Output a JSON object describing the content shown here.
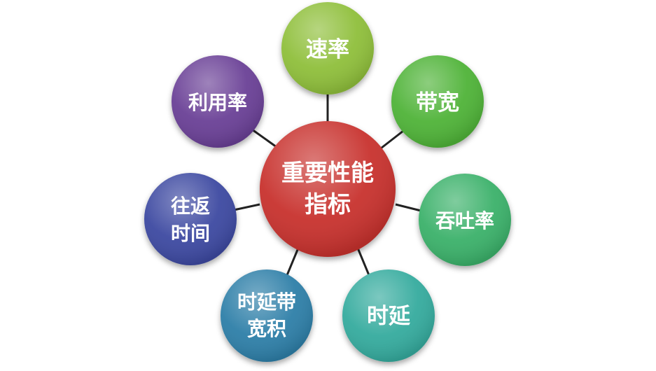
{
  "center": {
    "line1": "重要性能",
    "line2": "指标",
    "color": "#c8322f"
  },
  "nodes": [
    {
      "id": "speed",
      "lines": [
        "速率"
      ],
      "color": "#8fbf3a"
    },
    {
      "id": "bandwidth",
      "lines": [
        "带宽"
      ],
      "color": "#4fb338"
    },
    {
      "id": "throughput",
      "lines": [
        "吞吐率"
      ],
      "color": "#3bb16a"
    },
    {
      "id": "delay",
      "lines": [
        "时延"
      ],
      "color": "#34ab9e"
    },
    {
      "id": "bdp",
      "lines": [
        "时延带",
        "宽积"
      ],
      "color": "#2f7fa8"
    },
    {
      "id": "rtt",
      "lines": [
        "往返",
        "时间"
      ],
      "color": "#3d4aa1"
    },
    {
      "id": "util",
      "lines": [
        "利用率"
      ],
      "color": "#6a3f96"
    }
  ]
}
